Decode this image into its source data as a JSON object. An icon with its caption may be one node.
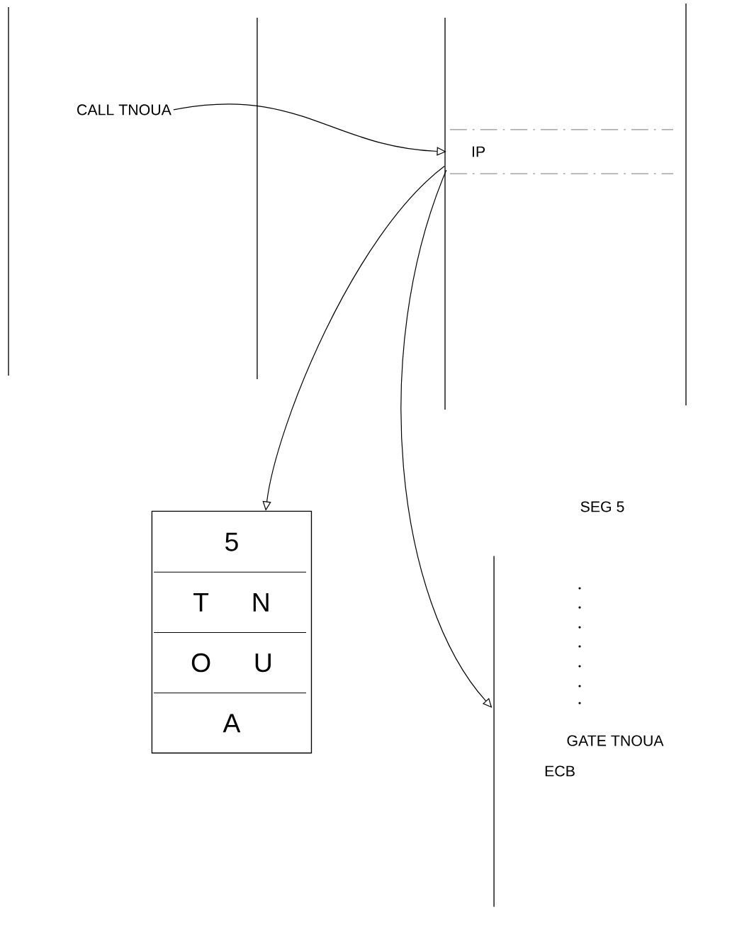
{
  "diagram": {
    "nodes": [
      {
        "text": [
          "CALL TNOUA"
        ]
      },
      {
        "text": [
          "IP"
        ]
      },
      {
        "text": [
          "5",
          "T N",
          "O U",
          "A"
        ]
      },
      {
        "text": [],
        "shape": "bar"
      }
    ],
    "edges": [
      {
        "from": 0,
        "to": 1,
        "arrow": "to"
      },
      {
        "from": 1,
        "to": 2,
        "arrow": "to"
      },
      {
        "from": 1,
        "to": 3,
        "arrow": "to"
      }
    ],
    "labels": [
      "SEG 5",
      "GATE TNOUA",
      "ECB"
    ]
  }
}
